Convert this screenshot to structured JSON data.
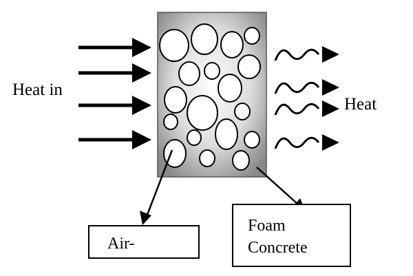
{
  "labels": {
    "heat_in": "Heat in",
    "heat_out": "Heat",
    "air": "Air-",
    "foam_line1": "Foam",
    "foam_line2": "Concrete"
  },
  "colors": {
    "ink": "#000000",
    "panel_center": "#ffffff",
    "panel_edge": "#8a8a8a",
    "background": "#ffffff"
  }
}
